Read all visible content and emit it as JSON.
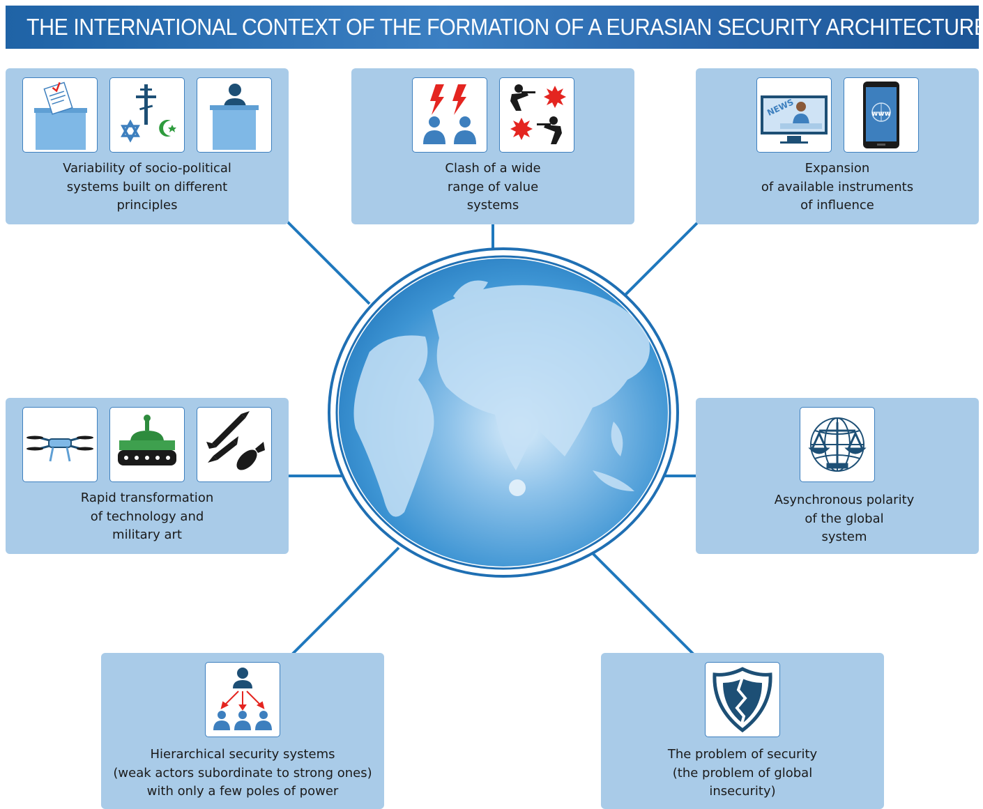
{
  "title": "THE INTERNATIONAL CONTEXT OF THE FORMATION OF A EURASIAN SECURITY ARCHITECTURE",
  "center": {
    "icon": "globe-icon"
  },
  "factors": [
    {
      "lines": [
        "Variability of socio-political",
        "systems built on different",
        "principles"
      ],
      "icons": [
        "ballot-box-icon",
        "religious-symbols-icon",
        "speaker-podium-icon"
      ]
    },
    {
      "lines": [
        "Clash of a wide",
        "range of value",
        "systems"
      ],
      "icons": [
        "conflicting-people-icon",
        "armed-conflict-icon"
      ]
    },
    {
      "lines": [
        "Expansion",
        "of available instruments",
        "of influence"
      ],
      "icons": [
        "news-tv-icon",
        "smartphone-www-icon"
      ]
    },
    {
      "lines": [
        "Rapid transformation",
        "of technology and",
        "military art"
      ],
      "icons": [
        "drone-icon",
        "tank-icon",
        "missiles-icon"
      ]
    },
    {
      "lines": [
        "Asynchronous polarity",
        "of the global",
        "system"
      ],
      "icons": [
        "globe-scales-icon"
      ]
    },
    {
      "lines": [
        "Hierarchical security systems",
        "(weak actors subordinate to strong ones)",
        "with only a few poles of power"
      ],
      "icons": [
        "hierarchy-icon"
      ]
    },
    {
      "lines": [
        "The problem of security",
        "(the problem of global",
        "insecurity)"
      ],
      "icons": [
        "broken-shield-icon"
      ]
    }
  ],
  "colors": {
    "title_bar": "#2a6db0",
    "box": "#a9cbe8",
    "connector": "#1f78bd",
    "icon_dark": "#1d4f75",
    "alert_red": "#e42520"
  }
}
